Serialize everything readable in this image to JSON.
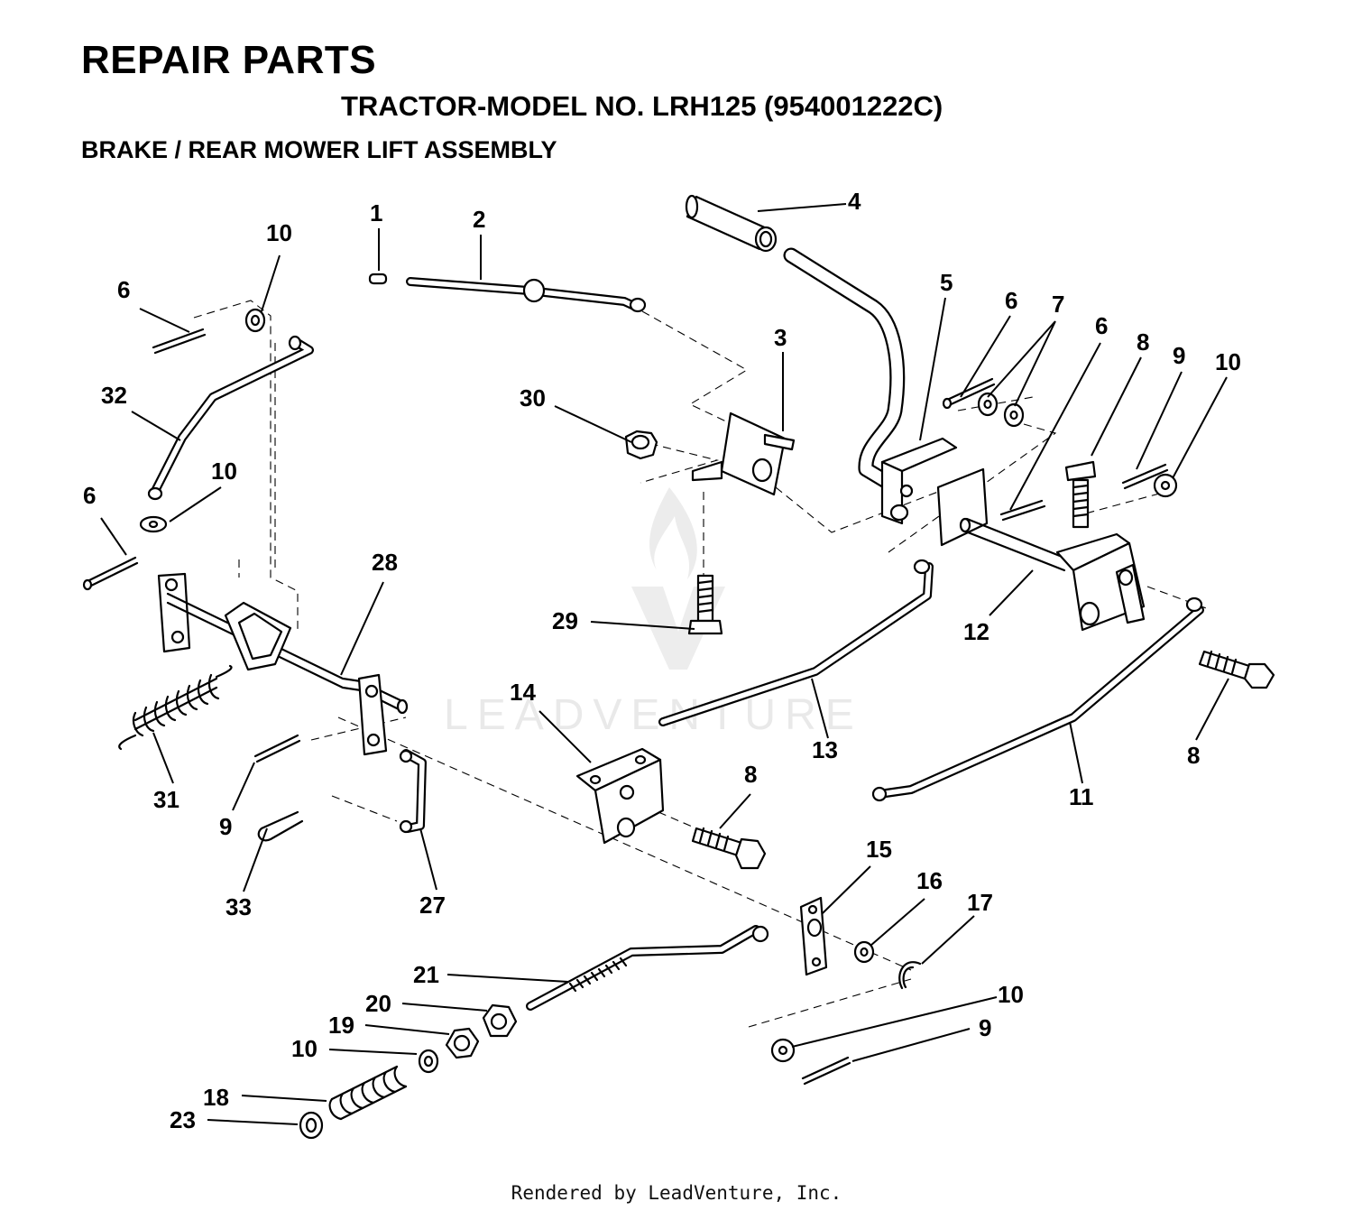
{
  "header": {
    "title": "REPAIR PARTS",
    "model": "TRACTOR-MODEL NO. LRH125 (954001222C)",
    "assembly": "BRAKE / REAR MOWER LIFT ASSEMBLY"
  },
  "watermark": {
    "text": "LEADVENTURE"
  },
  "footer": {
    "text": "Rendered by LeadVenture, Inc."
  },
  "callouts": [
    "1",
    "2",
    "3",
    "4",
    "5",
    "6",
    "6",
    "7",
    "6",
    "8",
    "9",
    "10",
    "10",
    "6",
    "32",
    "10",
    "6",
    "28",
    "30",
    "29",
    "12",
    "14",
    "13",
    "11",
    "8",
    "31",
    "9",
    "8",
    "33",
    "27",
    "15",
    "16",
    "17",
    "21",
    "20",
    "10",
    "19",
    "9",
    "10",
    "18",
    "23"
  ]
}
